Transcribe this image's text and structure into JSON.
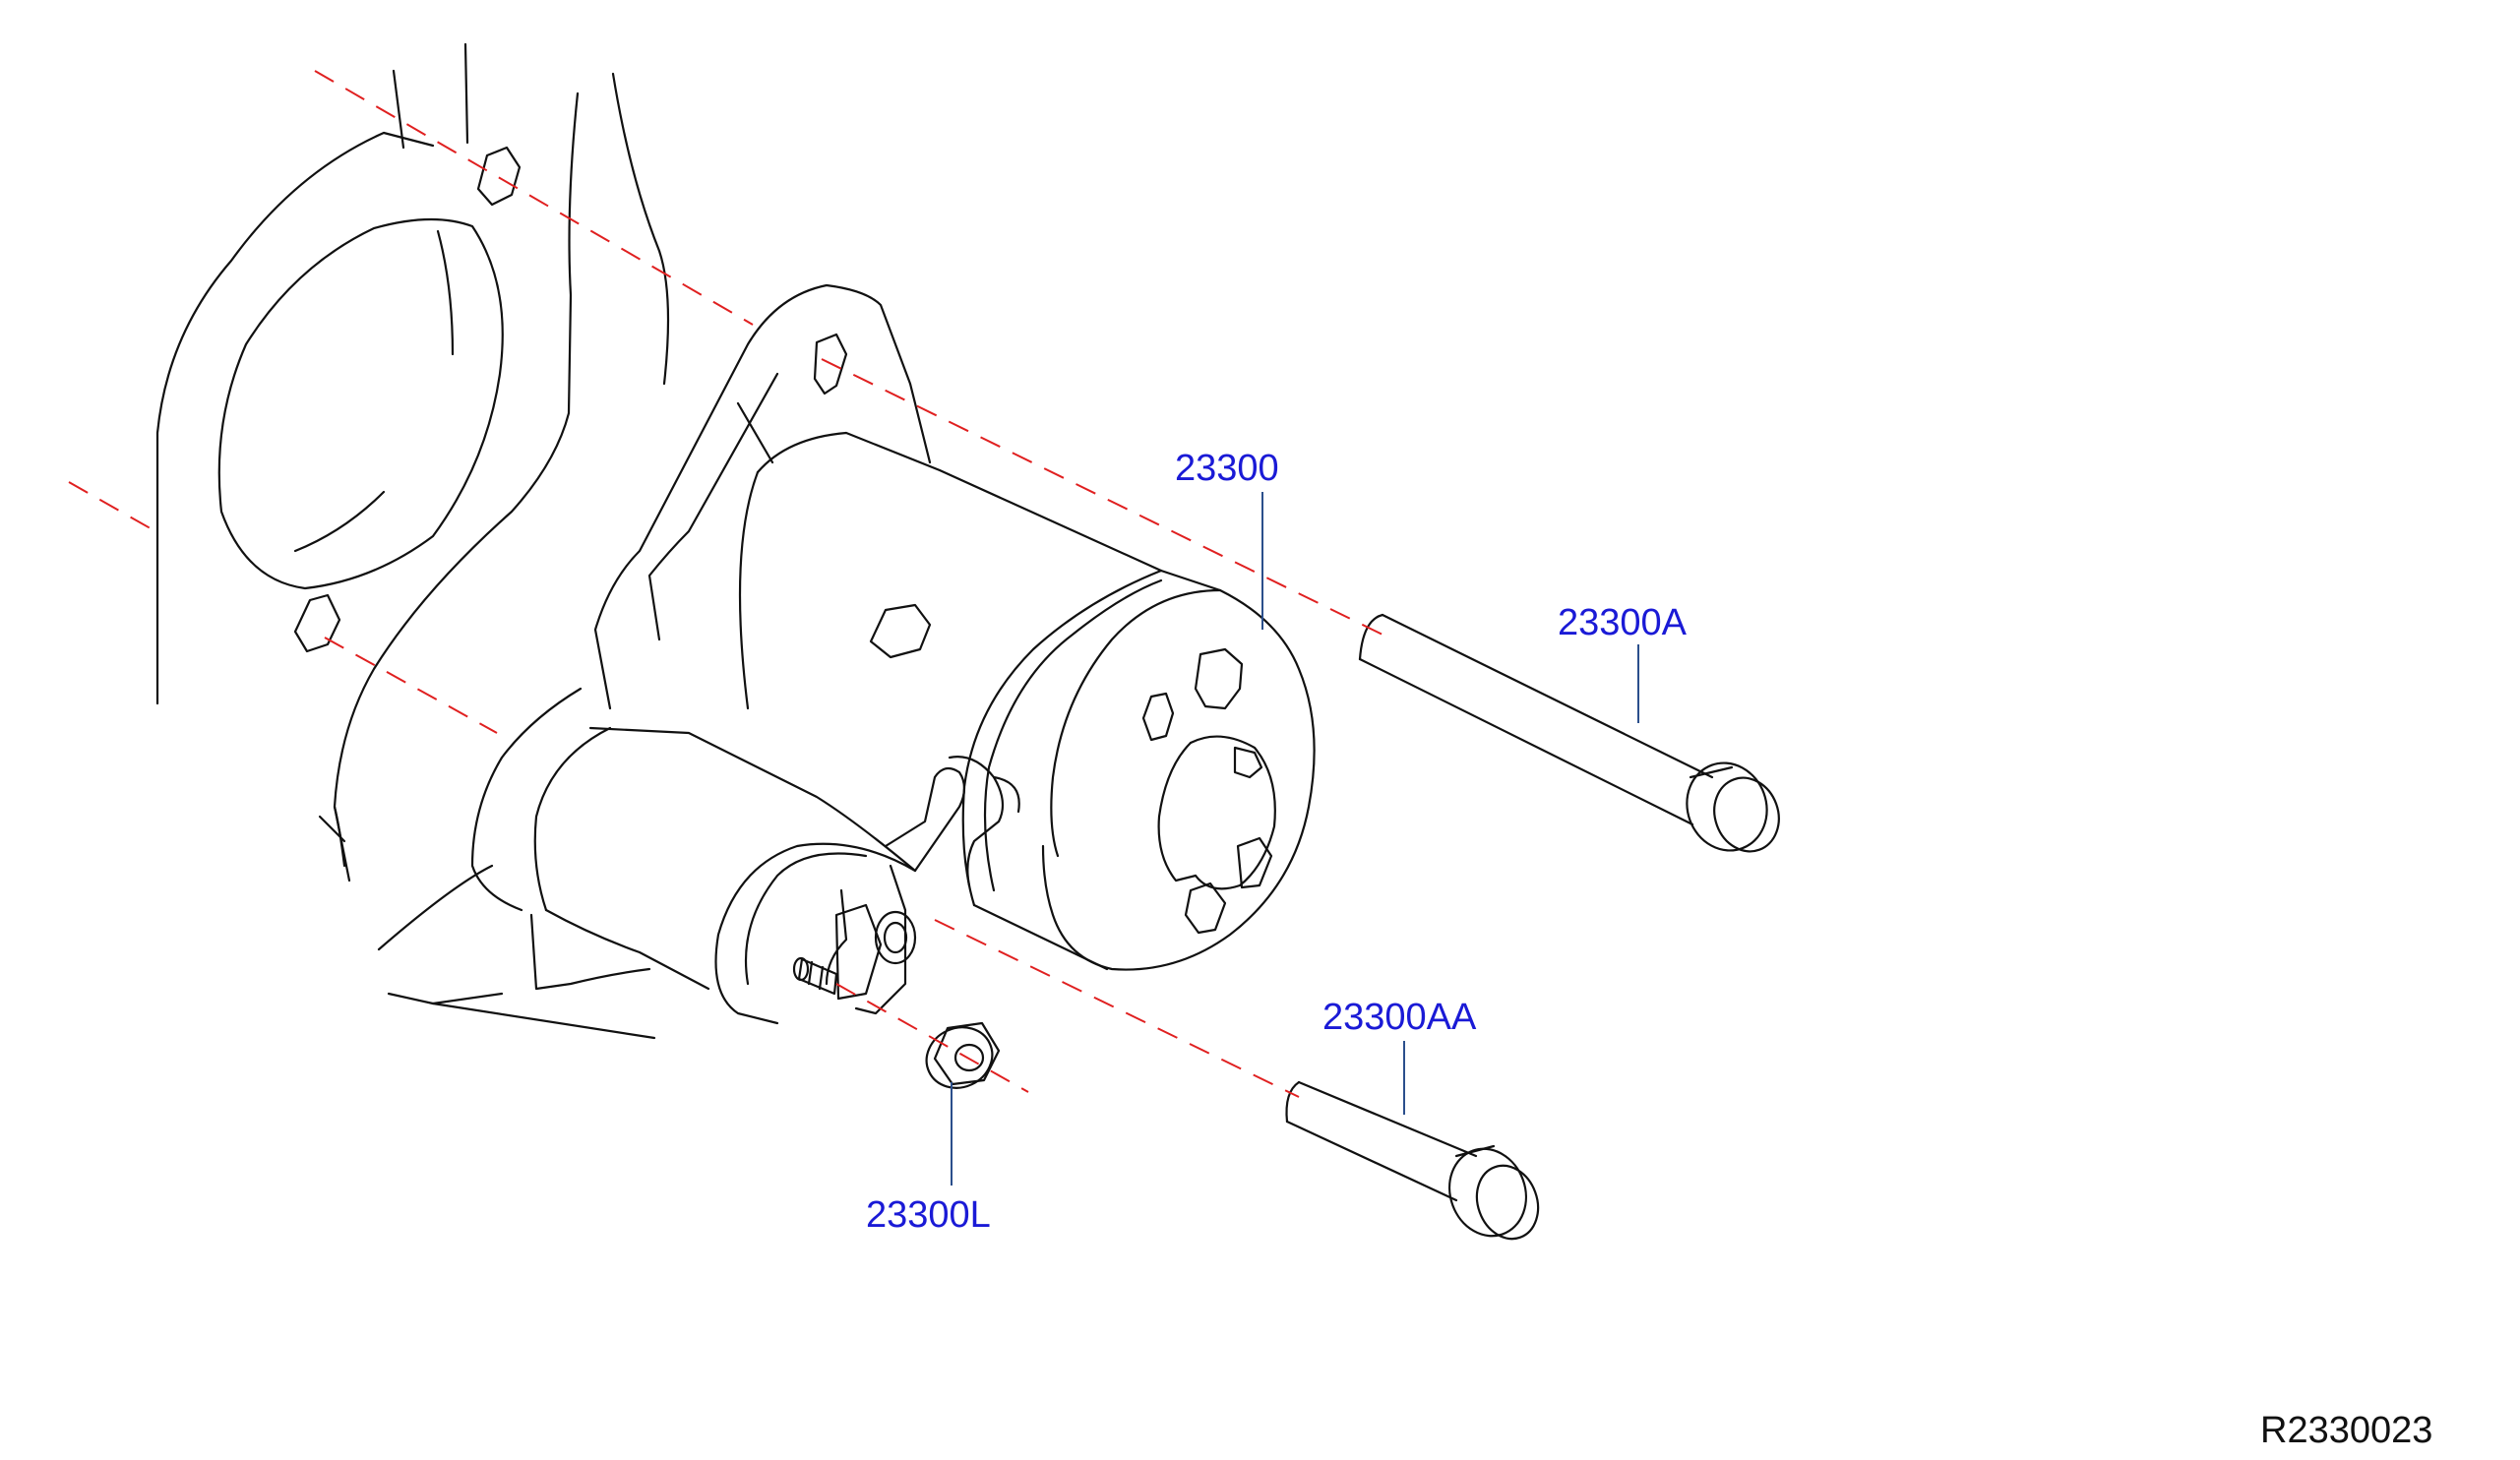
{
  "callouts": {
    "starter_motor": "23300",
    "upper_bolt": "23300A",
    "lower_bolt": "23300AA",
    "terminal_nut": "23300L"
  },
  "diagram_code": "R2330023",
  "colors": {
    "callout_text": "#1a1ad6",
    "leader_line": "#2b4f8c",
    "centerline": "#e02020",
    "outline": "#111111"
  }
}
